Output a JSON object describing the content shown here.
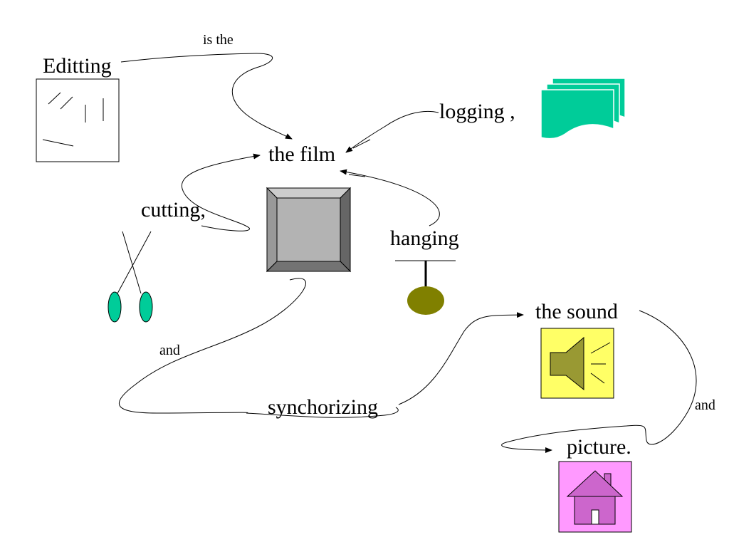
{
  "labels": {
    "editting": "Editting",
    "is_the": "is the",
    "the_film": "the film",
    "logging": "logging ,",
    "cutting": "cutting,",
    "hanging": "hanging",
    "and_left": "and",
    "synchorizing": "synchorizing",
    "the_sound": "the sound",
    "and_right": "and",
    "picture": "picture."
  },
  "colors": {
    "stack_green": "#00cc99",
    "scissors_green": "#00cc99",
    "bob_olive": "#808000",
    "speaker_bg": "#ffff66",
    "speaker_body": "#999933",
    "house_bg": "#ff99ff",
    "house_fill": "#cc66cc",
    "bevel_face": "#b3b3b3"
  },
  "icons": {
    "editing_sheet": "scratched-sheet-icon",
    "logging_stack": "document-stack-icon",
    "cutting_tool": "scissors-icon",
    "film_frame": "bevel-square-icon",
    "hanging_bob": "pendulum-icon",
    "sound_speaker": "speaker-icon",
    "picture_house": "house-icon"
  }
}
